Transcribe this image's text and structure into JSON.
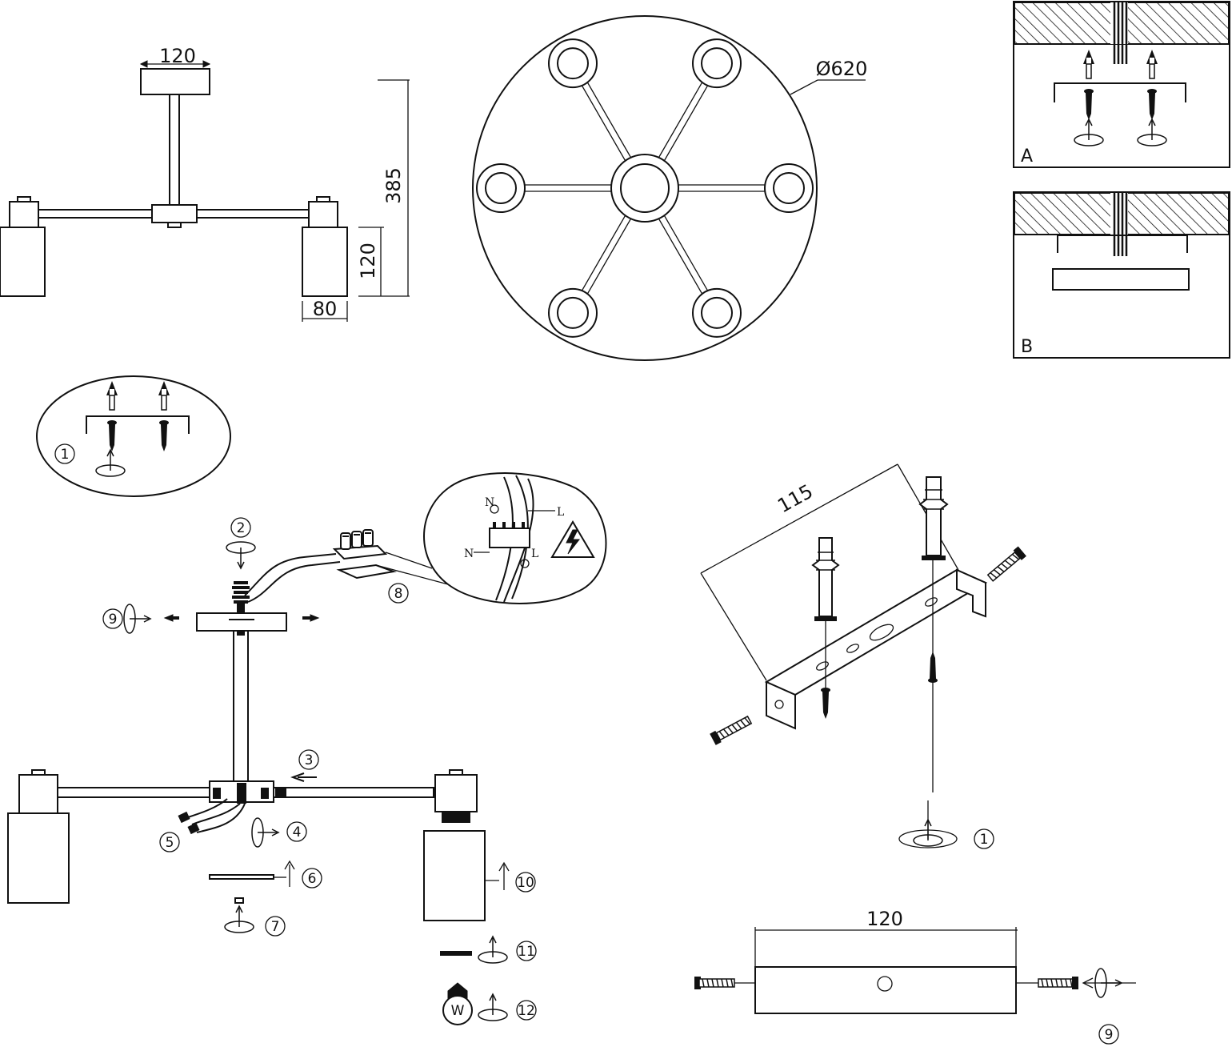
{
  "dimensions": {
    "canopy_width": "120",
    "total_height": "385",
    "shade_height": "120",
    "shade_width": "80",
    "diameter": "Ø620",
    "bracket_diagonal": "115",
    "bracket_width": "120"
  },
  "panels": {
    "a_label": "A",
    "b_label": "B"
  },
  "steps": {
    "s1": "1",
    "s2": "2",
    "s3": "3",
    "s4": "4",
    "s5": "5",
    "s6": "6",
    "s7": "7",
    "s8": "8",
    "s9": "9",
    "s10": "10",
    "s11": "11",
    "s12": "12",
    "bracket_step": "1",
    "bracket_rotate_step": "9"
  },
  "wiring": {
    "neutral_top": "N",
    "live_top": "L",
    "neutral_bottom": "N",
    "live_bottom": "L"
  },
  "bulb_label": "W",
  "icons": [
    "rotate-arrow-icon",
    "push-arrow-icon",
    "screw-icon",
    "wall-plug-icon",
    "high-voltage-warning-icon",
    "light-bulb-icon"
  ]
}
